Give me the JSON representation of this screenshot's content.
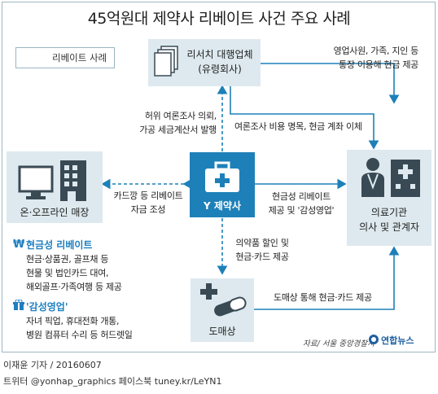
{
  "title": "45억원대 제약사 리베이트 사건 주요 사례",
  "legend": {
    "label": "리베이트 사례"
  },
  "nodes": {
    "research_agency": {
      "line1": "리서치 대행업체",
      "line2": "(유령회사)"
    },
    "stores": {
      "label": "온·오프라인 매장"
    },
    "pharma": {
      "label": "Y 제약사"
    },
    "medical": {
      "line1": "의료기관",
      "line2": "의사 및 관계자"
    },
    "wholesaler": {
      "label": "도매상"
    }
  },
  "edges": {
    "agency_to_medical": {
      "line1": "영업사원, 가족, 지인 등",
      "line2": "통장 이용해 현금 제공"
    },
    "pharma_to_agency": {
      "line1": "허위 여론조사 의뢰,",
      "line2": "가공 세금계산서 발행"
    },
    "agency_transfer": {
      "label": "여론조사 비용 명목, 현금 계좌 이체"
    },
    "pharma_stores": {
      "line1": "카드깡 등 리베이트",
      "line2": "자금 조성"
    },
    "pharma_to_medical": {
      "line1": "현금성 리베이트",
      "line2": "제공 및 '감성영업'"
    },
    "pharma_to_wholesaler": {
      "line1": "의약품 할인 및",
      "line2": "현금·카드 제공"
    },
    "wholesaler_to_medical": {
      "label": "도매상 통해 현금·카드 제공"
    }
  },
  "sections": {
    "cash": {
      "title": "현금성 리베이트",
      "lines": [
        "현금·상품권, 골프채 등",
        "현물 및 법인카드 대여,",
        "해외골프·가족여행 등 제공"
      ]
    },
    "emotional": {
      "title": "'감성영업'",
      "lines": [
        "자녀 픽업, 휴대전화 개통,",
        "병원 컴퓨터 수리 등 허드렛일"
      ]
    }
  },
  "source": "자료/ 서울 중앙경찰서",
  "logo": "연합뉴스",
  "credit": {
    "byline": "이재윤 기자 / 20160607",
    "social": "트위터 @yonhap_graphics  페이스북 tuney.kr/LeYN1"
  },
  "colors": {
    "accent": "#1e80b8",
    "box": "#dde9ee",
    "icon": "#3a4a55",
    "section_title": "#1e7fc0"
  }
}
